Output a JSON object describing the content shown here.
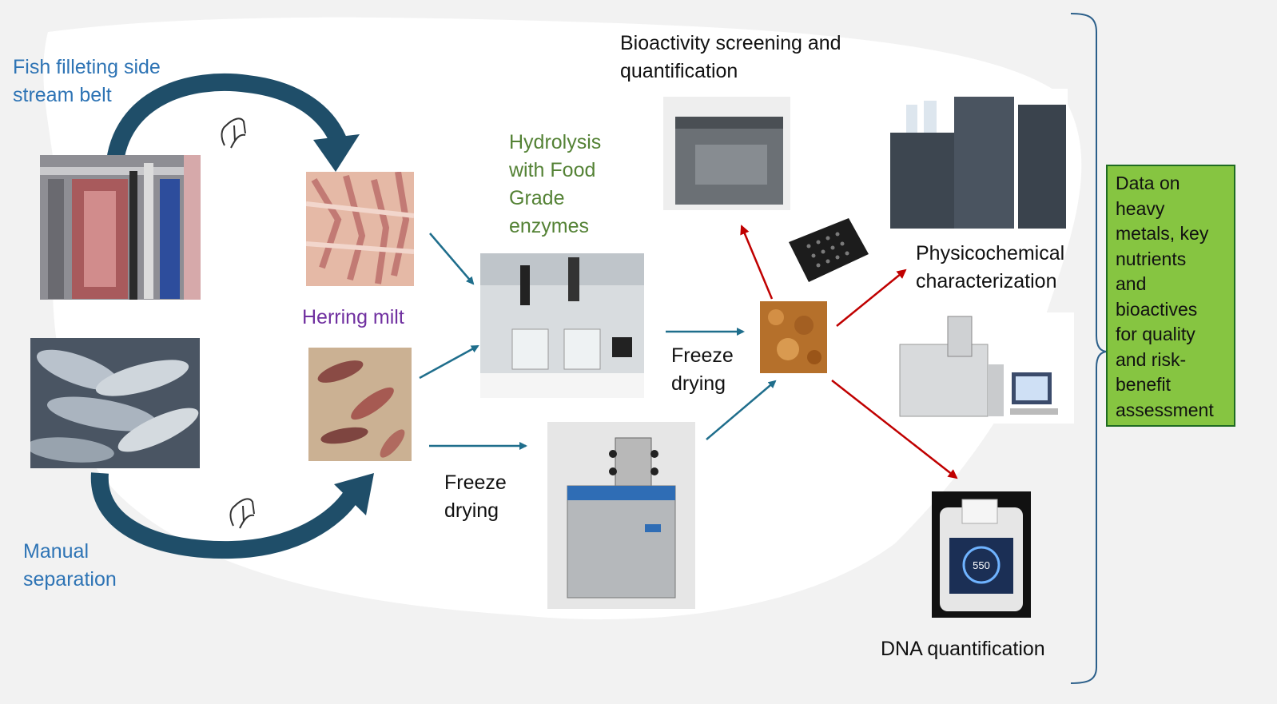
{
  "labels": {
    "fish_filleting": "Fish filleting side\nstream belt",
    "manual_separation": "Manual\nseparation",
    "herring_milt": "Herring milt",
    "hydrolysis": "Hydrolysis\nwith Food\nGrade\nenzymes",
    "freeze_drying_top": "Freeze\ndrying",
    "freeze_drying_bottom": "Freeze\ndrying",
    "bioactivity": "Bioactivity screening and\nquantification",
    "physicochemical": "Physicochemical\ncharacterization",
    "dna": "DNA quantification"
  },
  "data_box": "Data on\nheavy\nmetals, key\nnutrients\nand\nbioactives\nfor quality\nand risk-\nbenefit\nassessment",
  "colors": {
    "blue_label": "#2e74b5",
    "green_label": "#548235",
    "purple_label": "#7030a0",
    "curved_arrow": "#1f4e69",
    "teal_arrow": "#1f6e8c",
    "red_arrow": "#c00000",
    "bracket": "#2b5f8a",
    "data_box_fill": "#86c541"
  },
  "icons": {
    "hand_top": "hand-icon",
    "hand_bottom": "hand-icon"
  },
  "qubit_screen_value": "550"
}
